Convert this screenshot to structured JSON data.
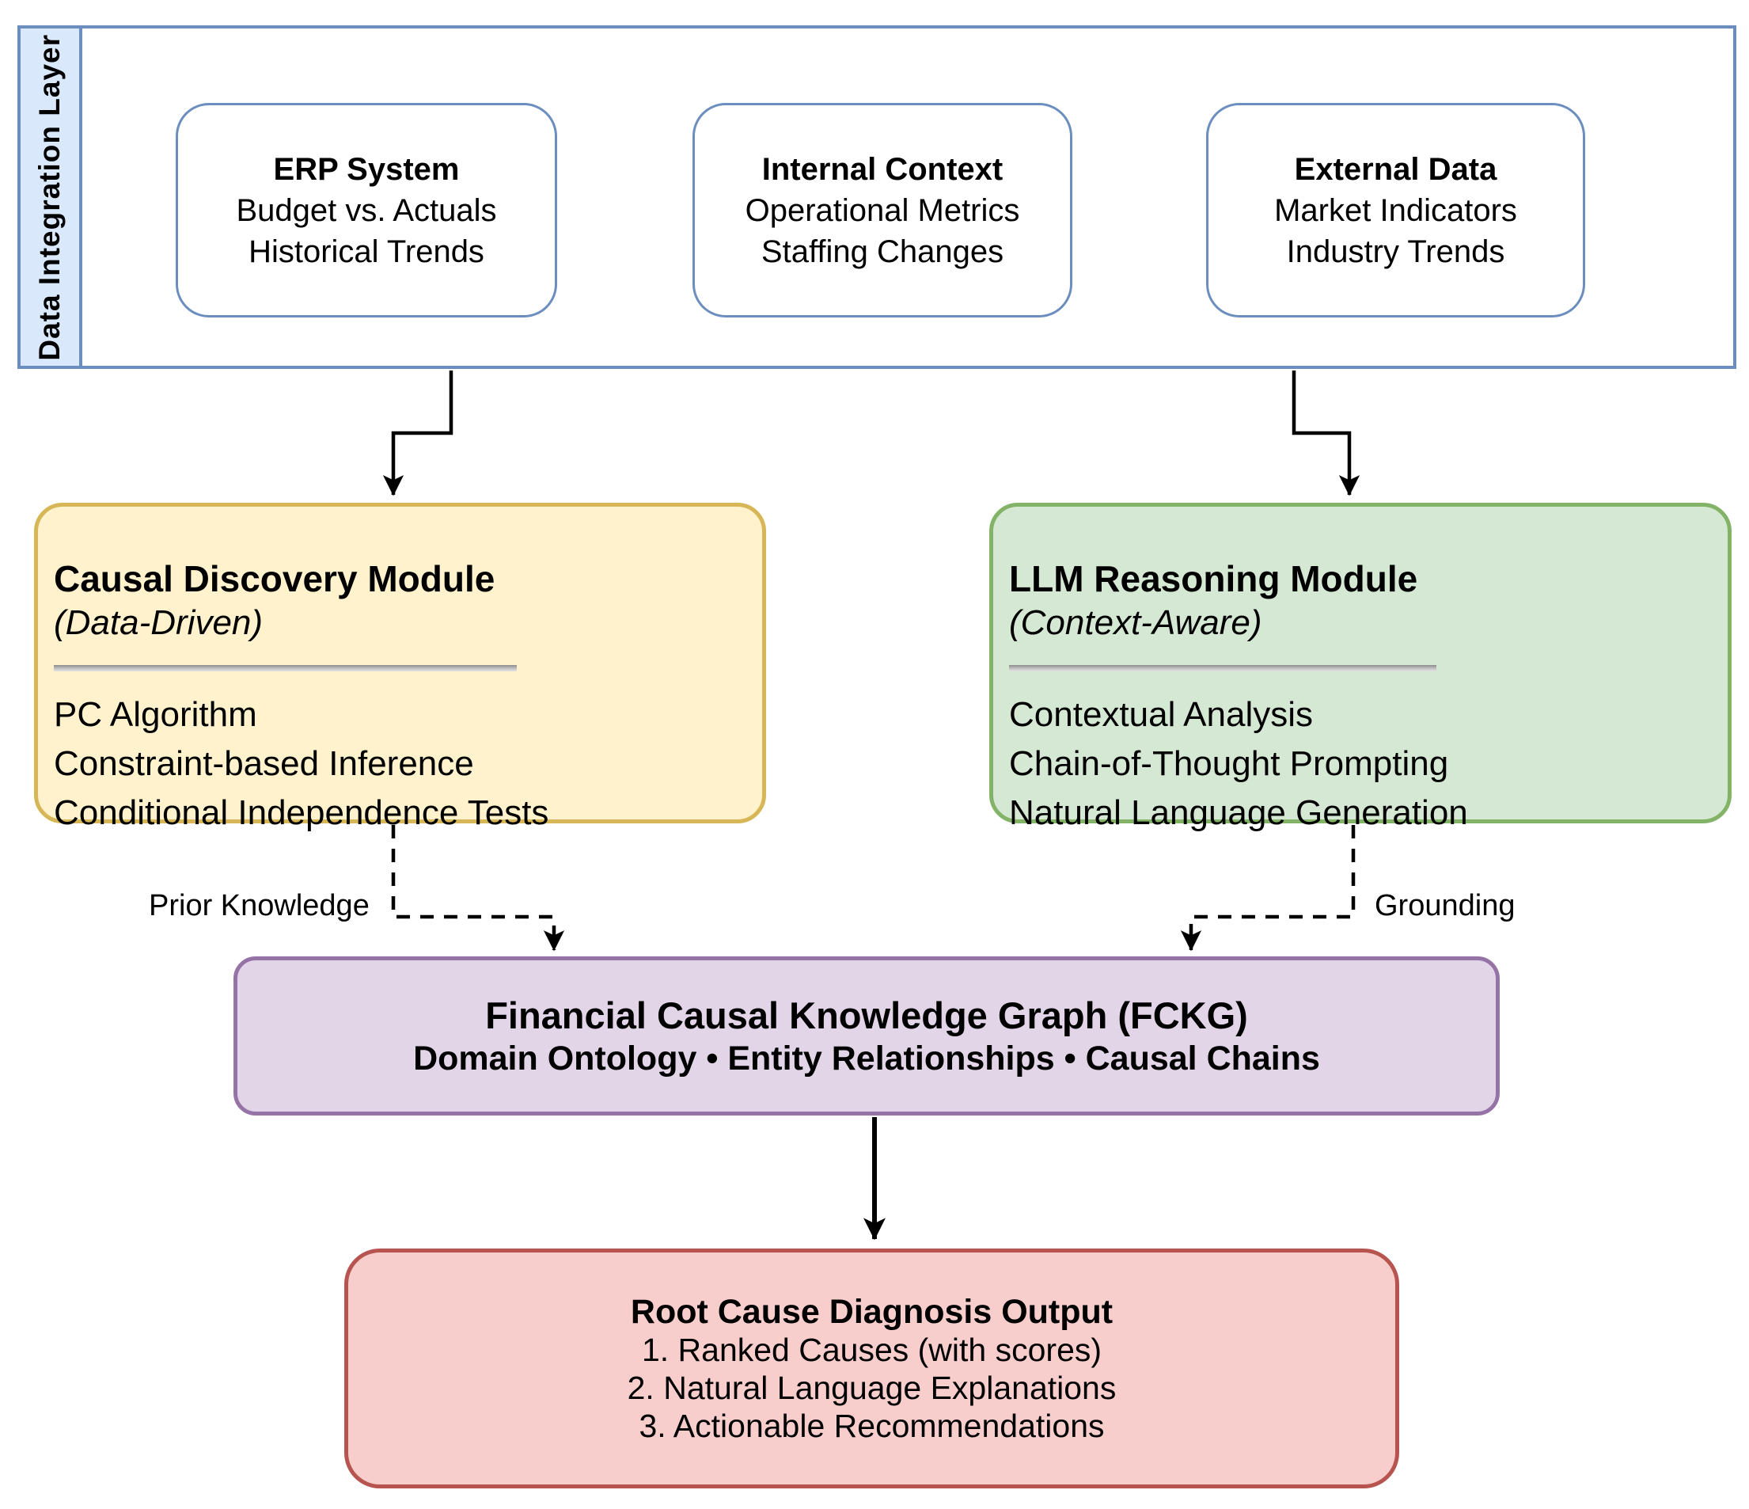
{
  "palette": {
    "container_fill": "#ffffff",
    "container_stroke": "#6c8ebf",
    "sidebar_fill": "#dae8fc",
    "yellow_fill": "#fff2cc",
    "yellow_stroke": "#d6b656",
    "green_fill": "#d5e8d4",
    "green_stroke": "#82b366",
    "purple_fill": "#e1d5e7",
    "purple_stroke": "#9673a6",
    "red_fill": "#f8cecc",
    "red_stroke": "#b85450",
    "connector": "#000000"
  },
  "integration_layer": {
    "label": "Data Integration Layer",
    "sources": [
      {
        "title": "ERP System",
        "lines": [
          "Budget vs. Actuals",
          "Historical Trends"
        ]
      },
      {
        "title": "Internal Context",
        "lines": [
          "Operational Metrics",
          "Staffing Changes"
        ]
      },
      {
        "title": "External Data",
        "lines": [
          "Market Indicators",
          "Industry Trends"
        ]
      }
    ]
  },
  "modules": {
    "causal_discovery": {
      "title": "Causal Discovery Module",
      "subtitle": "(Data-Driven)",
      "items": [
        "PC Algorithm",
        "Constraint-based Inference",
        "Conditional Independence Tests"
      ]
    },
    "llm_reasoning": {
      "title": "LLM Reasoning Module",
      "subtitle": "(Context-Aware)",
      "items": [
        "Contextual Analysis",
        "Chain-of-Thought Prompting",
        "Natural Language Generation"
      ]
    }
  },
  "edges": {
    "prior_knowledge_label": "Prior Knowledge",
    "grounding_label": "Grounding"
  },
  "fckg": {
    "title": "Financial Causal Knowledge Graph (FCKG)",
    "subtitle": "Domain Ontology • Entity Relationships • Causal Chains"
  },
  "output": {
    "title": "Root Cause Diagnosis Output",
    "items": [
      "1. Ranked Causes (with scores)",
      "2. Natural Language Explanations",
      "3. Actionable Recommendations"
    ]
  }
}
